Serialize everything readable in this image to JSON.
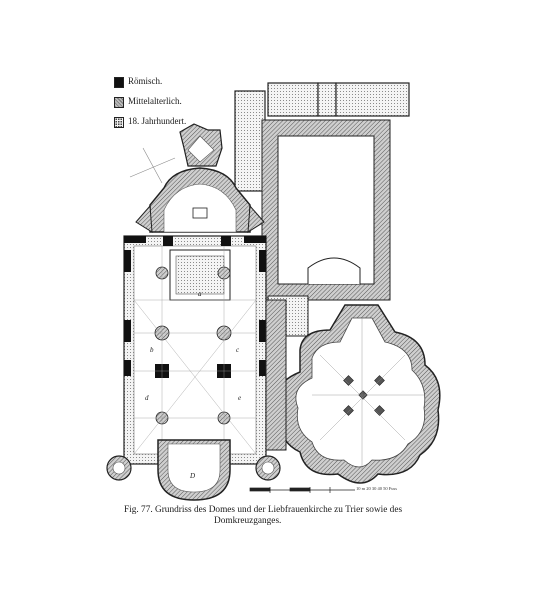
{
  "legend": {
    "items": [
      {
        "label": "Römisch.",
        "pattern": "solid-black"
      },
      {
        "label": "Mittelalterlich.",
        "pattern": "hatched-grey"
      },
      {
        "label": "18. Jahrhundert.",
        "pattern": "dotted"
      }
    ]
  },
  "plan": {
    "labels": {
      "a": "a",
      "b": "b",
      "c": "c",
      "d": "d",
      "e": "e",
      "D": "D"
    },
    "scale_text": "10 m   20   30   40   50 Fuss"
  },
  "caption": {
    "line1": "Fig. 77.  Grundriss des Domes und der Liebfrauenkirche zu Trier sowie des",
    "line2": "Domkreuzganges."
  }
}
